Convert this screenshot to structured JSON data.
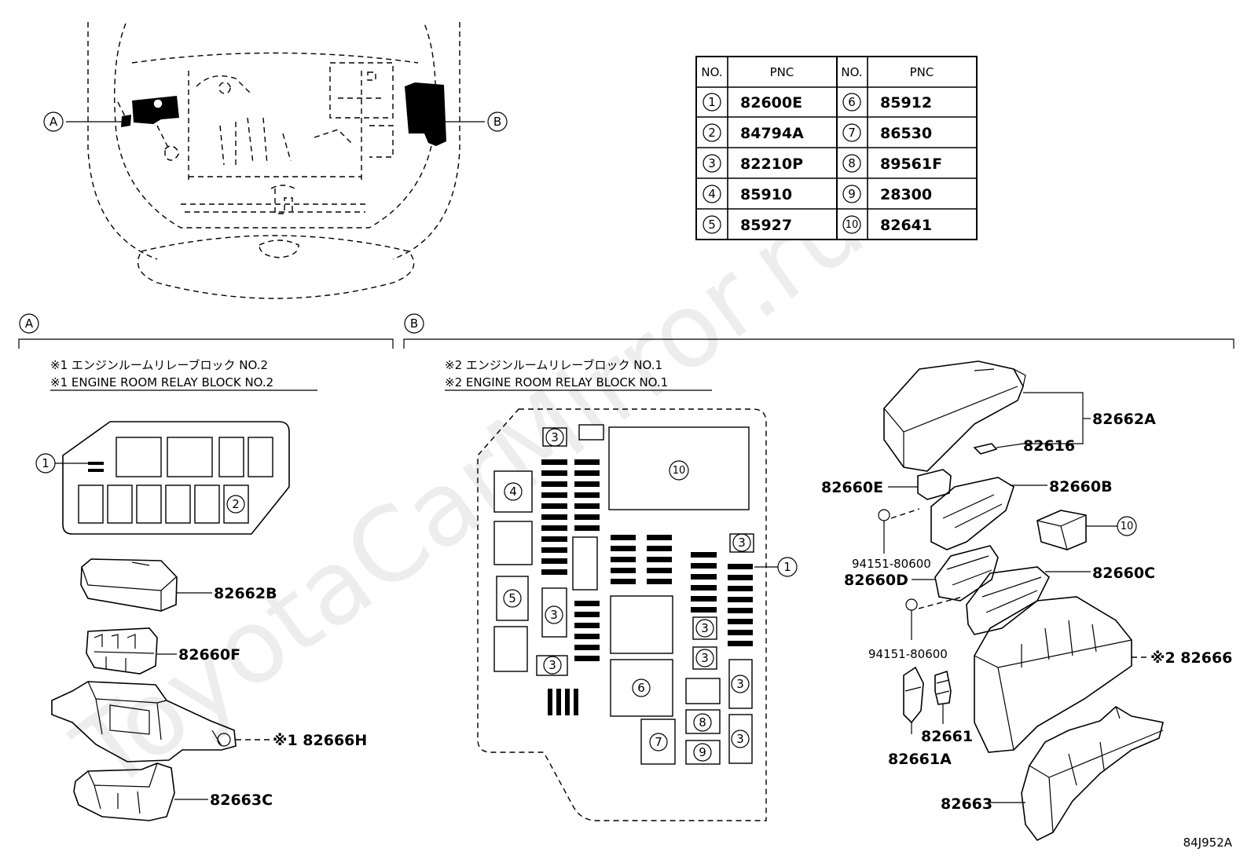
{
  "watermark": "ToyotaCarMirror.ru",
  "callouts": {
    "a": "A",
    "b": "B"
  },
  "table": {
    "headers": [
      "NO.",
      "PNC",
      "NO.",
      "PNC"
    ],
    "rows": [
      {
        "n1": "1",
        "p1": "82600E",
        "n2": "6",
        "p2": "85912"
      },
      {
        "n1": "2",
        "p1": "84794A",
        "n2": "7",
        "p2": "86530"
      },
      {
        "n1": "3",
        "p1": "82210P",
        "n2": "8",
        "p2": "89561F"
      },
      {
        "n1": "4",
        "p1": "85910",
        "n2": "9",
        "p2": "28300"
      },
      {
        "n1": "5",
        "p1": "85927",
        "n2": "10",
        "p2": "82641"
      }
    ]
  },
  "section_a": {
    "label": "A",
    "title_jp": "※1 エンジンルームリレーブロック NO.2",
    "title_en": "※1 ENGINE ROOM RELAY BLOCK NO.2",
    "block_markers": [
      "1",
      "2"
    ],
    "parts": [
      "82662B",
      "82660F",
      "※1 82666H",
      "82663C"
    ]
  },
  "section_b": {
    "label": "B",
    "title_jp": "※2 エンジンルームリレーブロック NO.1",
    "title_en": "※2 ENGINE ROOM RELAY BLOCK NO.1",
    "markers": [
      "3",
      "3",
      "4",
      "10",
      "3",
      "1",
      "5",
      "3",
      "3",
      "3",
      "3",
      "6",
      "3",
      "8",
      "7",
      "9",
      "3"
    ],
    "parts": [
      "82662A",
      "82616",
      "82660E",
      "82660B",
      "10",
      "94151-80600",
      "82660D",
      "82660C",
      "94151-80600",
      "※2 82666",
      "82661",
      "82661A",
      "82663"
    ]
  },
  "diagram_code": "84J952A"
}
